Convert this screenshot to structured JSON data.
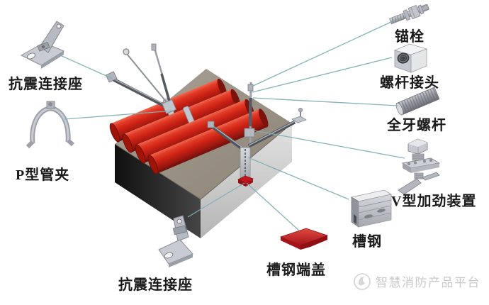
{
  "diagram": {
    "labels": {
      "connector_top": "抗震连接座",
      "p_clamp": "P型管夹",
      "connector_bottom": "抗震连接座",
      "channel_end_cap": "槽钢端盖",
      "anchor_bolt": "锚栓",
      "rod_coupling": "螺杆接头",
      "threaded_rod": "全牙螺杆",
      "v_stiffener": "V型加劲装置",
      "channel_steel": "槽钢"
    },
    "watermark": "智慧消防产品平台",
    "icons": {
      "watermark_logo": "brand-circle-logo",
      "connector_top_image": "seismic-connector-bracket",
      "p_clamp_image": "p-type-pipe-clamp",
      "connector_bottom_image": "seismic-connector-bracket",
      "channel_end_cap_image": "red-channel-end-cap",
      "anchor_bolt_image": "expansion-anchor-bolt",
      "rod_coupling_image": "hex-coupling-nut",
      "threaded_rod_image": "full-thread-rod",
      "v_stiffener_image": "v-type-stiffening-device",
      "channel_steel_image": "strut-channel-section"
    },
    "colors": {
      "background": "#ffffff",
      "leader_line": "#7fb0b5",
      "pipe_red": "#cc2114",
      "cap_red": "#c3161c",
      "slab_dark": "#1a1a1a",
      "slab_top": "#9a9186",
      "metal_gray": "#b9bdc3",
      "label_text": "#1a1a1a",
      "watermark_gray": "#c8c8c8"
    }
  }
}
